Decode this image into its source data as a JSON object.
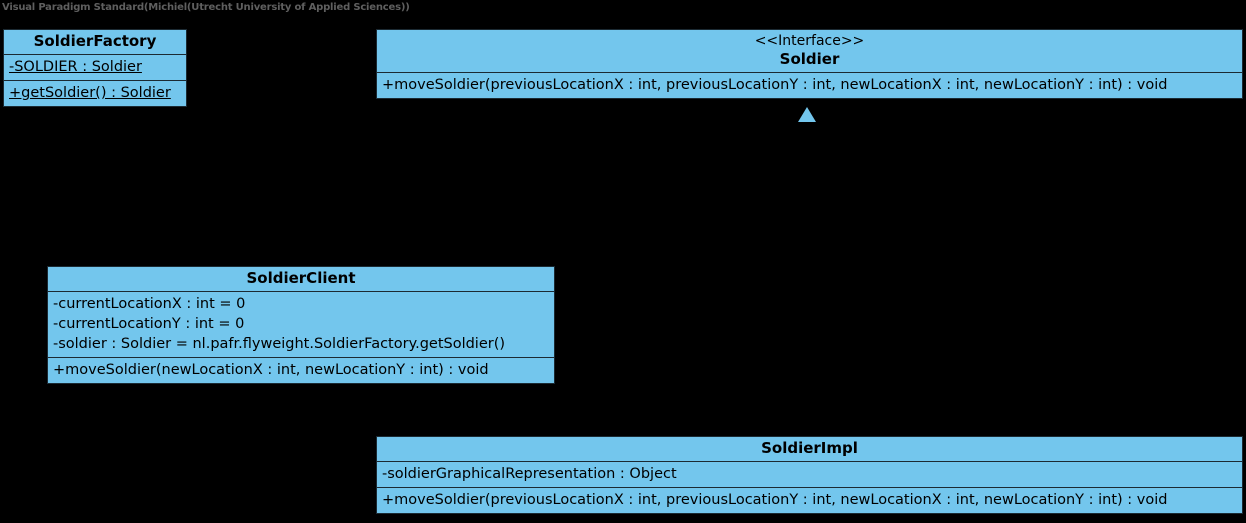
{
  "watermark": {
    "text": "Visual Paradigm Standard(Michiel(Utrecht University of Applied Sciences))"
  },
  "colors": {
    "background": "#000000",
    "class_fill": "#73C6ED",
    "border": "#1b2a33",
    "text": "#000000",
    "watermark_text": "#5f5f5f"
  },
  "diagram": {
    "type": "uml-class-diagram",
    "classes": [
      {
        "id": "soldier-factory",
        "name": "SoldierFactory",
        "stereotype": "",
        "attributes": [
          {
            "text": "-SOLDIER : Soldier",
            "static": true
          }
        ],
        "operations": [
          {
            "text": "+getSoldier() : Soldier",
            "static": true
          }
        ]
      },
      {
        "id": "soldier",
        "name": "Soldier",
        "stereotype": "<<Interface>>",
        "attributes": [],
        "operations": [
          {
            "text": "+moveSoldier(previousLocationX : int, previousLocationY : int, newLocationX : int, newLocationY : int) : void",
            "static": false
          }
        ]
      },
      {
        "id": "soldier-client",
        "name": "SoldierClient",
        "stereotype": "",
        "attributes": [
          {
            "text": "-currentLocationX : int = 0",
            "static": false
          },
          {
            "text": "-currentLocationY : int = 0",
            "static": false
          },
          {
            "text": "-soldier : Soldier = nl.pafr.flyweight.SoldierFactory.getSoldier()",
            "static": false
          }
        ],
        "operations": [
          {
            "text": "+moveSoldier(newLocationX : int, newLocationY : int) : void",
            "static": false
          }
        ]
      },
      {
        "id": "soldier-impl",
        "name": "SoldierImpl",
        "stereotype": "",
        "attributes": [
          {
            "text": "-soldierGraphicalRepresentation : Object",
            "static": false
          }
        ],
        "operations": [
          {
            "text": "+moveSoldier(previousLocationX : int, previousLocationY : int, newLocationX : int, newLocationY : int) : void",
            "static": false
          }
        ]
      }
    ],
    "connectors": [
      {
        "id": "realization-soldierimpl-soldier",
        "kind": "realization",
        "source": "SoldierImpl",
        "target": "Soldier",
        "arrowhead": "hollow-triangle"
      }
    ]
  }
}
